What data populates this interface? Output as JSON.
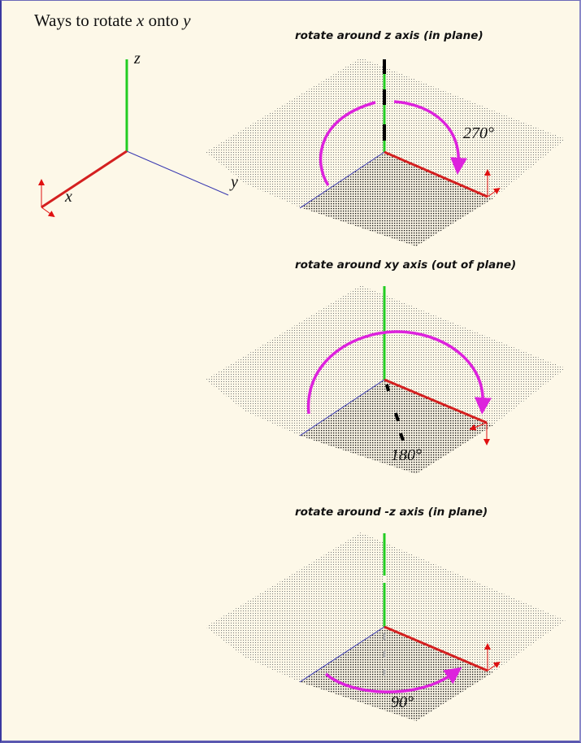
{
  "title": {
    "prefix": "Ways to rotate ",
    "var1": "x",
    "middle": " onto ",
    "var2": "y"
  },
  "reference_axes": {
    "x_label": "x",
    "y_label": "y",
    "z_label": "z"
  },
  "panels": [
    {
      "title": "rotate around z axis (in plane)",
      "angle_label": "270°"
    },
    {
      "title": "rotate around xy axis (out of plane)",
      "angle_label": "180°"
    },
    {
      "title": "rotate around -z axis (in plane)",
      "angle_label": "90°"
    }
  ],
  "colors": {
    "background": "#fdf8e8",
    "x_axis": "#d42020",
    "y_axis": "#3838b0",
    "z_axis": "#22cc22",
    "rotation_arrow": "#dd22dd",
    "border": "#3a38a0"
  }
}
